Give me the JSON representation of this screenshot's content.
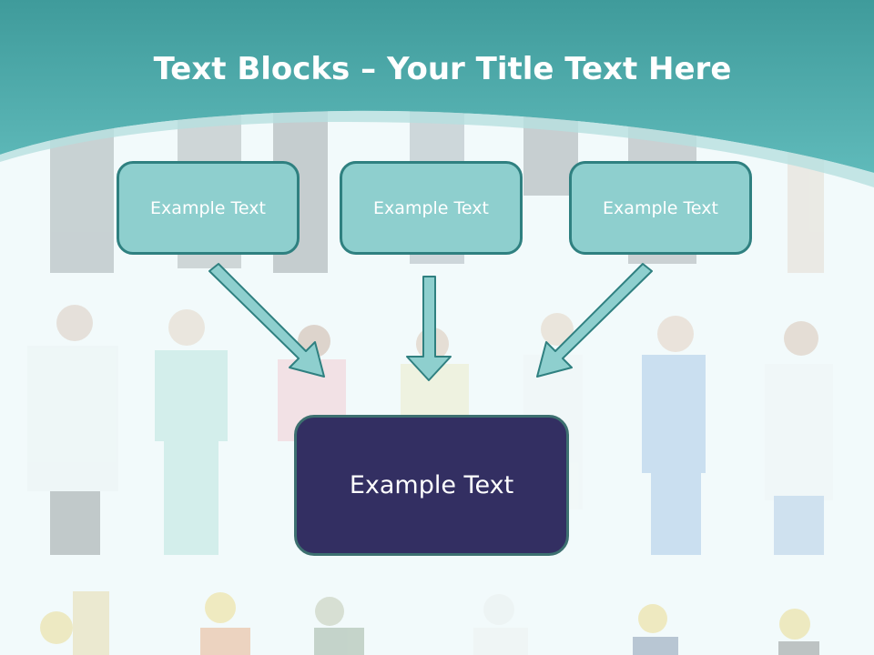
{
  "slide": {
    "title_bold": "Text Blocks",
    "title_dash": " – ",
    "title_rest": "Your Title Text Here"
  },
  "blocks": [
    {
      "label": "Example Text"
    },
    {
      "label": "Example Text"
    },
    {
      "label": "Example Text"
    }
  ],
  "target": {
    "label": "Example Text"
  },
  "colors": {
    "header_teal": "#4aa6a6",
    "block_fill": "#8ecfce",
    "block_border": "#2f8080",
    "target_fill": "#332f62",
    "arrow_fill": "#8ecfce"
  }
}
